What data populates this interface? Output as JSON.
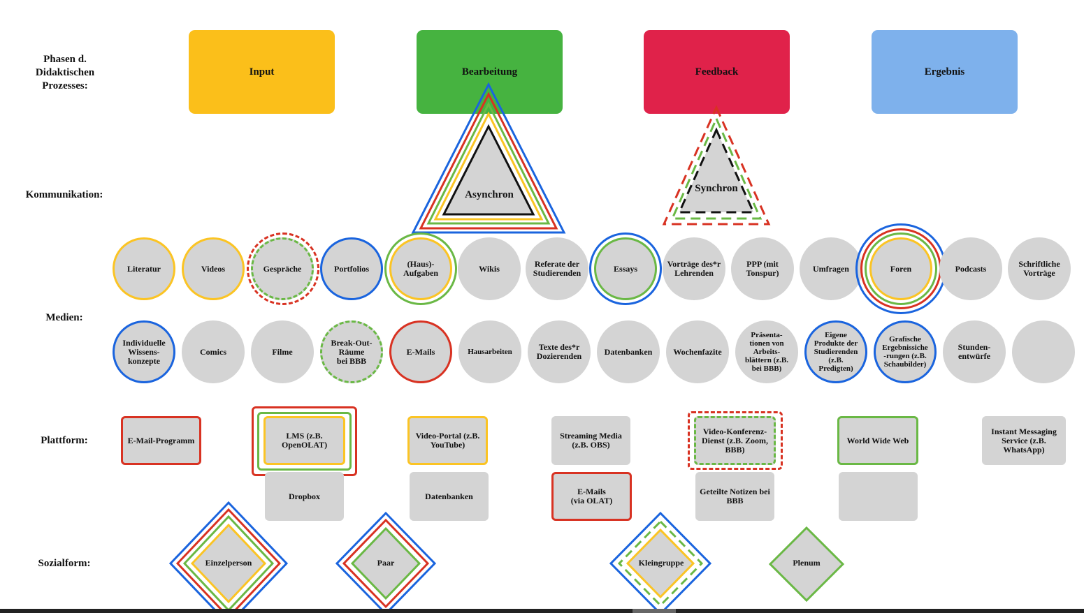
{
  "colors": {
    "yellow": "#fbbf1a",
    "green": "#46b340",
    "red": "#e0224a",
    "blue": "#7eb1ec",
    "ring_blue": "#1a64de",
    "ring_green": "#6ab845",
    "ring_red": "#d83222",
    "ring_yellow": "#fbc424",
    "grey": "#d4d4d4"
  },
  "labels": {
    "phases": "Phasen d.\nDidaktischen\nProzesses:",
    "kommunikation": "Kommunikation:",
    "medien": "Medien:",
    "plattform": "Plattform:",
    "sozialform": "Sozialform:"
  },
  "phases": [
    {
      "label": "Input",
      "color": "#fbbf1a"
    },
    {
      "label": "Bearbeitung",
      "color": "#46b340"
    },
    {
      "label": "Feedback",
      "color": "#e0224a"
    },
    {
      "label": "Ergebnis",
      "color": "#7eb1ec"
    }
  ],
  "kommunikation": {
    "asynchron": "Asynchron",
    "synchron": "Synchron"
  },
  "medien_row1": [
    {
      "label": "Literatur"
    },
    {
      "label": "Videos"
    },
    {
      "label": "Gespräche"
    },
    {
      "label": "Portfolios"
    },
    {
      "label": "(Haus)-\nAufgaben"
    },
    {
      "label": "Wikis"
    },
    {
      "label": "Referate der\nStudierenden"
    },
    {
      "label": "Essays"
    },
    {
      "label": "Vorträge des*r\nLehrenden"
    },
    {
      "label": "PPP (mit\nTonspur)"
    },
    {
      "label": "Umfragen"
    },
    {
      "label": "Foren"
    },
    {
      "label": "Podcasts"
    },
    {
      "label": "Schriftliche\nVorträge"
    }
  ],
  "medien_row2": [
    {
      "label": "Individuelle\nWissens-\nkonzepte"
    },
    {
      "label": "Comics"
    },
    {
      "label": "Filme"
    },
    {
      "label": "Break-Out-\nRäume\nbei BBB"
    },
    {
      "label": "E-Mails"
    },
    {
      "label": "Hausarbeiten"
    },
    {
      "label": "Texte des*r\nDozierenden"
    },
    {
      "label": "Datenbanken"
    },
    {
      "label": "Wochenfazite"
    },
    {
      "label": "Präsenta-\ntionen von\nArbeits-\nblättern (z.B.\nbei BBB)"
    },
    {
      "label": "Eigene\nProdukte der\nStudierenden\n(z.B.\nPredigten)"
    },
    {
      "label": "Grafische\nErgebnissiche\n-rungen (z.B.\nSchaubilder)"
    },
    {
      "label": "Stunden-\nentwürfe"
    },
    {
      "label": ""
    }
  ],
  "plattform_row1": [
    {
      "label": "E-Mail-Programm"
    },
    {
      "label": "LMS (z.B.\nOpenOLAT)"
    },
    {
      "label": "Video-Portal (z.B.\nYouTube)"
    },
    {
      "label": "Streaming Media\n(z.B. OBS)"
    },
    {
      "label": "Video-Konferenz-\nDienst (z.B. Zoom,\nBBB)"
    },
    {
      "label": "World Wide Web"
    },
    {
      "label": "Instant Messaging\nService (z.B.\nWhatsApp)"
    }
  ],
  "plattform_row2": [
    {
      "label": "Dropbox"
    },
    {
      "label": "Datenbanken"
    },
    {
      "label": "E-Mails\n(via OLAT)"
    },
    {
      "label": "Geteilte Notizen bei\nBBB"
    },
    {
      "label": ""
    }
  ],
  "sozialform": [
    {
      "label": "Einzelperson"
    },
    {
      "label": "Paar"
    },
    {
      "label": "Kleingruppe"
    },
    {
      "label": "Plenum"
    }
  ]
}
